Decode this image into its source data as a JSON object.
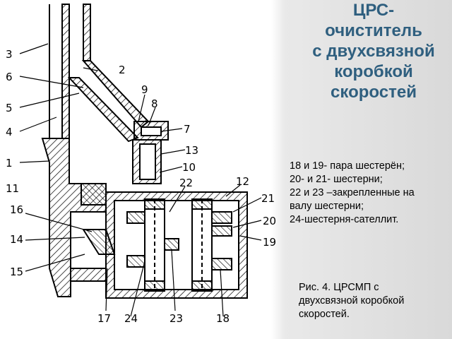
{
  "title": {
    "line1": "ЦРС-",
    "line2": "очиститель",
    "line3": "с двухсвязной",
    "line4": "коробкой",
    "line5": "скоростей"
  },
  "legend": [
    "18 и 19- пара шестерён;",
    "20- и 21- шестерни;",
    "22 и 23 –закрепленные на",
    "валу шестерни;",
    "24-шестерня-сателлит."
  ],
  "caption": [
    "Рис. 4. ЦРСМП с",
    "двухсвязной коробкой",
    "скоростей."
  ],
  "diagram": {
    "labels": {
      "n1": "1",
      "n2": "2",
      "n3": "3",
      "n4": "4",
      "n5": "5",
      "n6": "6",
      "n7": "7",
      "n8": "8",
      "n9": "9",
      "n10": "10",
      "n11": "11",
      "n12": "12",
      "n13": "13",
      "n14": "14",
      "n15": "15",
      "n16": "16",
      "n17": "17",
      "n18": "18",
      "n19": "19",
      "n20": "20",
      "n21": "21",
      "n22": "22",
      "n23": "23",
      "n24": "24"
    }
  },
  "colors": {
    "title": "#2f5f7f",
    "hatch": "#000000",
    "background_right": "#d9d9d9"
  }
}
